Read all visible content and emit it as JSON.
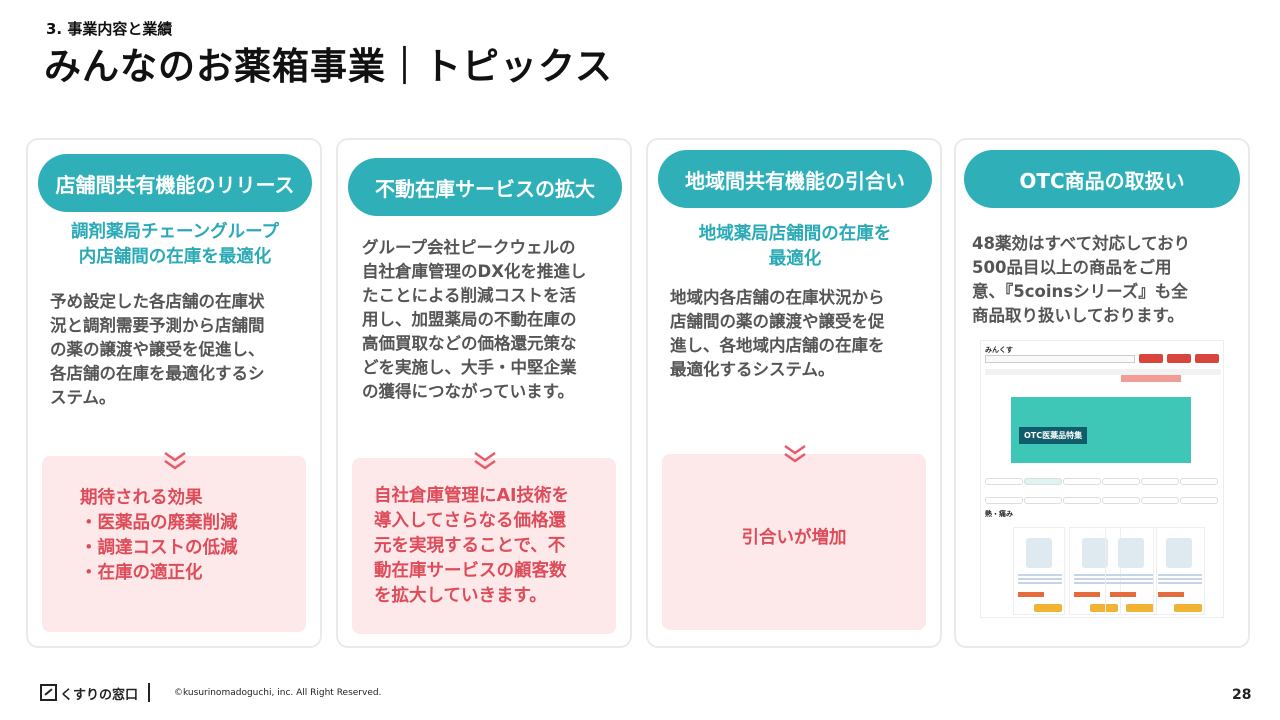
{
  "header": {
    "section": "3. 事業内容と業績",
    "title": "みんなのお薬箱事業｜トピックス"
  },
  "cards": [
    {
      "pill": "店舗間共有機能のリリース",
      "heading_lines": [
        "調剤薬局チェーングループ",
        "内店舗間の在庫を最適化"
      ],
      "body_lines": [
        "予め設定した各店舗の在庫状",
        "況と調剤需要予測から店舗間",
        "の薬の譲渡や譲受を促進し、",
        "各店舗の在庫を最適化するシ",
        "ステム。"
      ],
      "result_lines": [
        "期待される効果",
        "・医薬品の廃棄削減",
        "・調達コストの低減",
        "・在庫の適正化"
      ]
    },
    {
      "pill": "不動在庫サービスの拡大",
      "body_lines": [
        "グループ会社ピークウェルの",
        "自社倉庫管理のDX化を推進し",
        "たことによる削減コストを活",
        "用し、加盟薬局の不動在庫の",
        "高価買取などの価格還元策な",
        "どを実施し、大手・中堅企業",
        "の獲得につながっています。"
      ],
      "result_lines": [
        "自社倉庫管理にAI技術を",
        "導入してさらなる価格還",
        "元を実現することで、不",
        "動在庫サービスの顧客数",
        "を拡大していきます。"
      ]
    },
    {
      "pill": "地域間共有機能の引合い",
      "heading_lines": [
        "地域薬局店舗間の在庫を",
        "最適化"
      ],
      "body_lines": [
        "地域内各店舗の在庫状況から",
        "店舗間の薬の譲渡や譲受を促",
        "進し、各地域内店舗の在庫を",
        "最適化するシステム。"
      ],
      "result_lines": [
        "引合いが増加"
      ]
    },
    {
      "pill": "OTC商品の取扱い",
      "body_lines": [
        "48薬効はすべて対応しており",
        "500品目以上の商品をご用",
        "意、『5coinsシリーズ』も全",
        "商品取り扱いしております。"
      ],
      "screenshot": {
        "site_name": "みんくす",
        "banner_title": "OTC医薬品特集",
        "section_title": "熱・痛み"
      }
    }
  ],
  "footer": {
    "logo_text": "くすりの窓口",
    "copyright": "©kusurinomadoguchi, inc. All Right Reserved.",
    "page_number": "28"
  },
  "colors": {
    "accent_teal": "#2fb0b9",
    "result_pink_bg": "#fde9ea",
    "result_pink_text": "#de4c5a"
  },
  "icons": [
    "double-chevron-down-icon",
    "kusurinomadoguchi-logo-icon"
  ]
}
